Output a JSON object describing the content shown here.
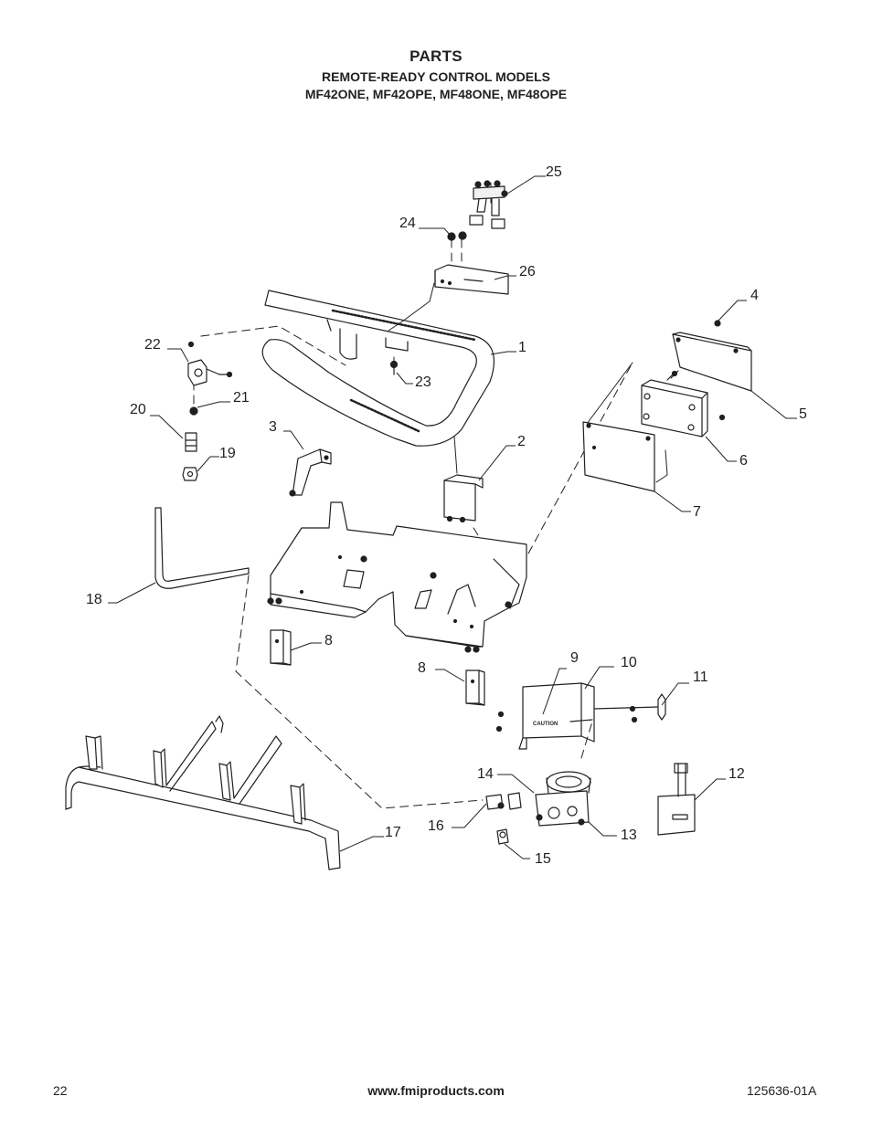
{
  "header": {
    "title": "PARTS",
    "subtitle": "REMOTE-READY CONTROL MODELS",
    "models": "MF42ONE, MF42OPE, MF48ONE, MF48OPE"
  },
  "diagram": {
    "callouts": [
      "25",
      "24",
      "26",
      "4",
      "22",
      "1",
      "23",
      "21",
      "20",
      "5",
      "19",
      "3",
      "2",
      "6",
      "7",
      "18",
      "8",
      "8",
      "9",
      "10",
      "11",
      "12",
      "14",
      "16",
      "13",
      "17",
      "15"
    ],
    "valve_label": "CAUTION"
  },
  "footer": {
    "page_number": "22",
    "website": "www.fmiproducts.com",
    "doc_code": "125636-01A"
  }
}
